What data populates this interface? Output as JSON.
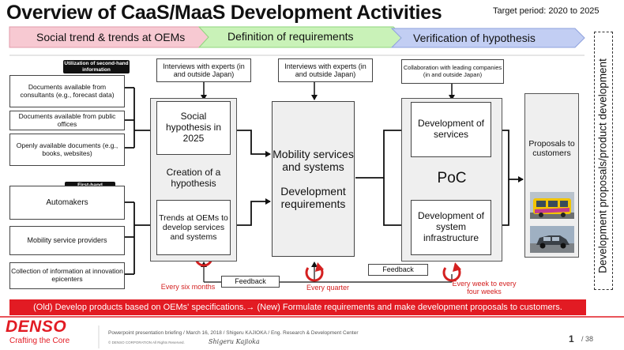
{
  "header": {
    "title": "Overview of CaaS/MaaS Development Activities",
    "target_period": "Target period: 2020 to 2025"
  },
  "phases": [
    {
      "label": "Social trend & trends at OEMs",
      "color": "#f7c9d2"
    },
    {
      "label": "Definition of requirements",
      "color": "#c9f2b8"
    },
    {
      "label": "Verification of hypothesis",
      "color": "#c2cef3"
    }
  ],
  "tags": {
    "secondhand": "Utilization of second-hand information",
    "firsthand": "First-hand information"
  },
  "sources": {
    "consultants": "Documents available from consultants (e.g., forecast data)",
    "public_offices": "Documents available from public offices",
    "openly_available": "Openly available documents (e.g., books, websites)",
    "automakers": "Automakers",
    "mobility_providers": "Mobility service providers",
    "innovation_epicenters": "Collection of information at innovation epicenters"
  },
  "inputs": {
    "interviews_1": "Interviews with experts (in and outside Japan)",
    "interviews_2": "Interviews with experts (in and outside Japan)",
    "collaboration": "Collaboration with leading companies (in and outside Japan)"
  },
  "hypothesis": {
    "social": "Social hypothesis in 2025",
    "creation": "Creation of a hypothesis",
    "trends": "Trends at OEMs to develop services and systems"
  },
  "requirements": {
    "mobility": "Mobility services and systems",
    "development": "Development requirements"
  },
  "poc": {
    "services": "Development of services",
    "label": "PoC",
    "infrastructure": "Development of system infrastructure"
  },
  "proposals": "Proposals to customers",
  "feedback": {
    "label_1": "Feedback",
    "label_2": "Feedback",
    "six_months": "Every six months",
    "quarter": "Every quarter",
    "week": "Every week to every four weeks"
  },
  "side_label": "Development proposals/product development",
  "banner": "(Old) Develop products based on OEMs' specifications.→ (New) Formulate requirements and make development proposals to customers.",
  "footer": {
    "logo": "DENSO",
    "tagline": "Crafting the Core",
    "briefing": "Powerpoint presentation briefing  / March 16, 2018 / Shigeru KAJIOKA / Eng. Research & Development Center",
    "copyright": "© DENSO CORPORATION All Rights Reserved.",
    "signature": "Shigeru Kajioka",
    "page": "1",
    "total": "/ 38"
  },
  "colors": {
    "accent_red": "#e21b23",
    "panel_gray": "#efefef"
  }
}
